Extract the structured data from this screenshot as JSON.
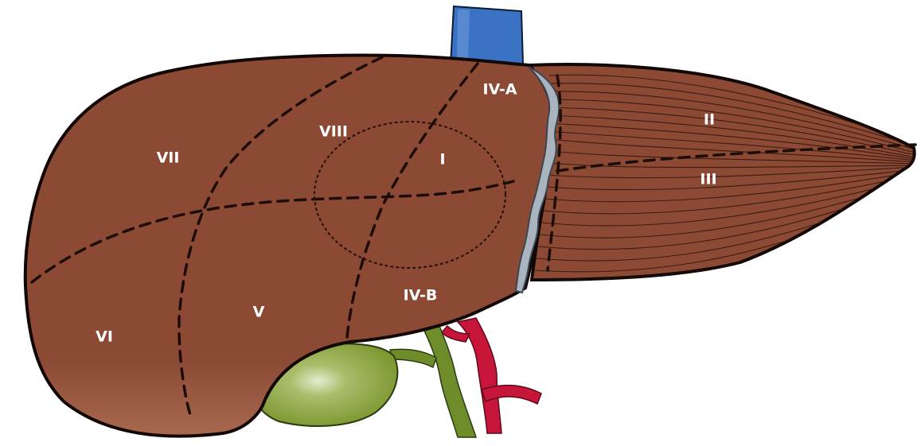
{
  "segments": {
    "I": "I",
    "II": "II",
    "III": "III",
    "IVA": "IV-A",
    "IVB": "IV-B",
    "V": "V",
    "VI": "VI",
    "VII": "VII",
    "VIII": "VIII"
  },
  "colors": {
    "liver": "#8c4a35",
    "liver_shadow": "#a8694f",
    "outline": "#120806",
    "vena_cava": "#3a72c4",
    "gallbladder": "#7f9a34",
    "bile_duct": "#6f8c2b",
    "hepatic_artery": "#c8163a",
    "ligament": "#a9b4bf"
  }
}
